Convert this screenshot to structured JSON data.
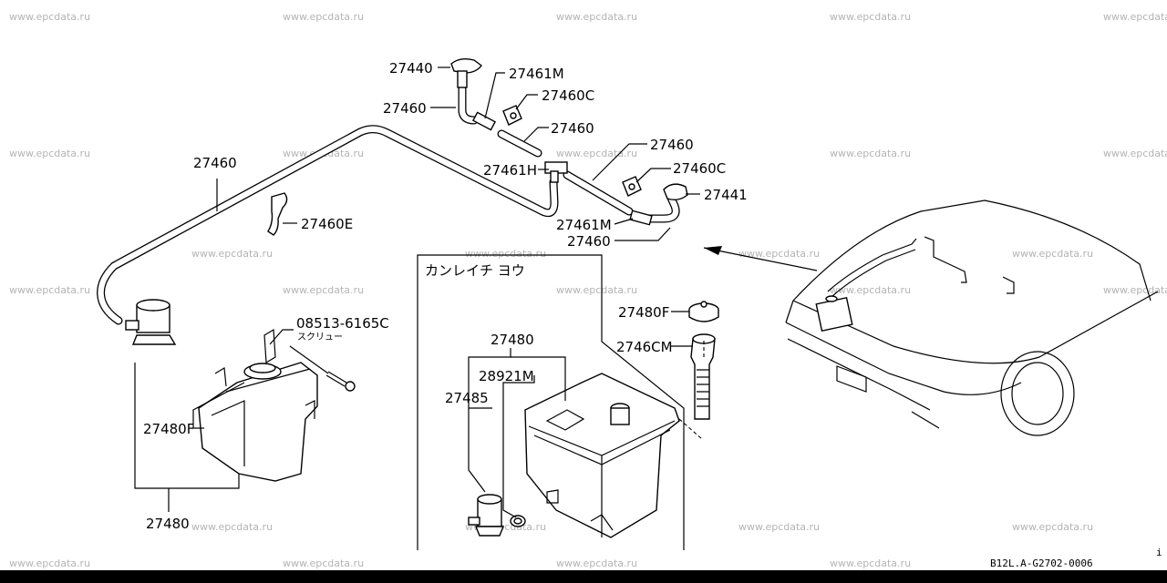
{
  "watermark": "www.epcdata.ru",
  "inset_title": "カンレイチ ヨウ",
  "screw_note": "スクリュー",
  "diagram_code": "B12L.A-G2702-0006",
  "corner_mark": "i",
  "labels": {
    "p27440": "27440",
    "p27461M_a": "27461M",
    "p27460C_a": "27460C",
    "p27460_a": "27460",
    "p27460_b": "27460",
    "p27460_c": "27460",
    "p27461H": "27461H",
    "p27460C_b": "27460C",
    "p27441": "27441",
    "p27461M_b": "27461M",
    "p27460_d": "27460",
    "p27460_e": "27460",
    "p27460E": "27460E",
    "p08513": "08513-6165C",
    "p27480F_a": "27480F",
    "p27480_a": "27480",
    "p27480F_b": "27480F",
    "p2746CM": "2746CM",
    "p27480_b": "27480",
    "p28921M": "28921M",
    "p27485": "27485"
  }
}
